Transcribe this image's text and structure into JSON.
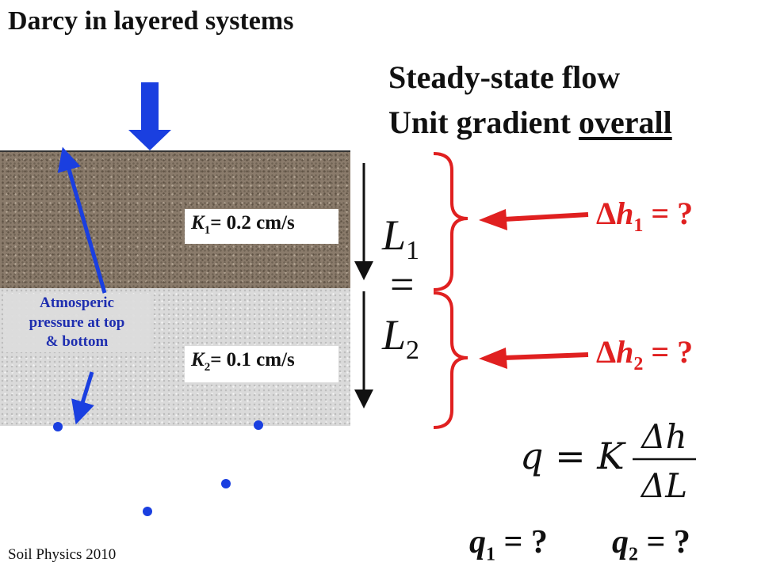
{
  "slide": {
    "title": "Darcy in layered systems",
    "headline_line1": "Steady-state flow",
    "headline_line2_prefix": "Unit gradient ",
    "headline_line2_underlined": "overall",
    "footer": "Soil Physics 2010"
  },
  "layers": {
    "top": {
      "k_symbol": "K",
      "k_sub": "1",
      "k_value": "= 0.2 cm/s"
    },
    "bottom": {
      "k_symbol": "K",
      "k_sub": "2",
      "k_value": "= 0.1 cm/s"
    }
  },
  "annotation": {
    "line1": "Atmosperic",
    "line2": "pressure at top",
    "line3": "& bottom"
  },
  "lengths": {
    "l1_symbol": "L",
    "l1_sub": "1",
    "equals": "=",
    "l2_symbol": "L",
    "l2_sub": "2"
  },
  "head_losses": {
    "dh1": {
      "delta": "Δ",
      "symbol": "h",
      "sub": "1",
      "rest": " = ?"
    },
    "dh2": {
      "delta": "Δ",
      "symbol": "h",
      "sub": "2",
      "rest": " = ?"
    }
  },
  "formula": {
    "lhs": "q = K",
    "numerator": "Δh",
    "denominator": "ΔL"
  },
  "fluxes": {
    "q1": {
      "symbol": "q",
      "sub": "1",
      "rest": " = ?"
    },
    "q2": {
      "symbol": "q",
      "sub": "2",
      "rest": " = ?"
    }
  },
  "colors": {
    "inflow_arrow": "#1a3fe0",
    "red_arrow": "#e02020",
    "annotation_text": "#1f2fb0"
  },
  "icons": {
    "inflow": "down-arrow-icon",
    "pressure_pointer": "pointer-arrow-icon",
    "braces": "right-brace-icon",
    "red_pointer": "left-arrow-icon"
  }
}
